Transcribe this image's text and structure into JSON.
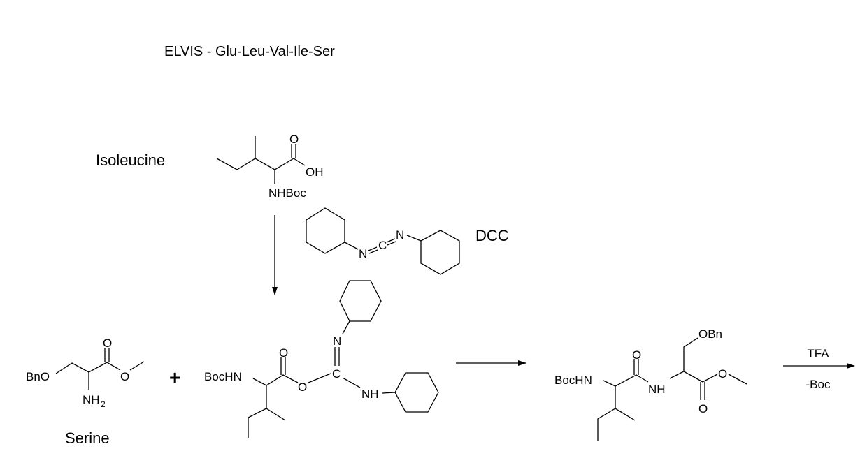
{
  "title": "ELVIS - Glu-Leu-Val-Ile-Ser",
  "labels": {
    "isoleucine": "Isoleucine",
    "serine": "Serine",
    "dcc": "DCC",
    "plus": "+",
    "tfa": "TFA",
    "minus_boc": "-Boc"
  },
  "atoms": {
    "O": "O",
    "OH": "OH",
    "NHBoc": "NHBoc",
    "N": "N",
    "C": "C",
    "BnO": "BnO",
    "NH": "NH",
    "two": "2",
    "BocHN": "BocHN",
    "NH_amide": "NH",
    "OBn": "OBn"
  }
}
